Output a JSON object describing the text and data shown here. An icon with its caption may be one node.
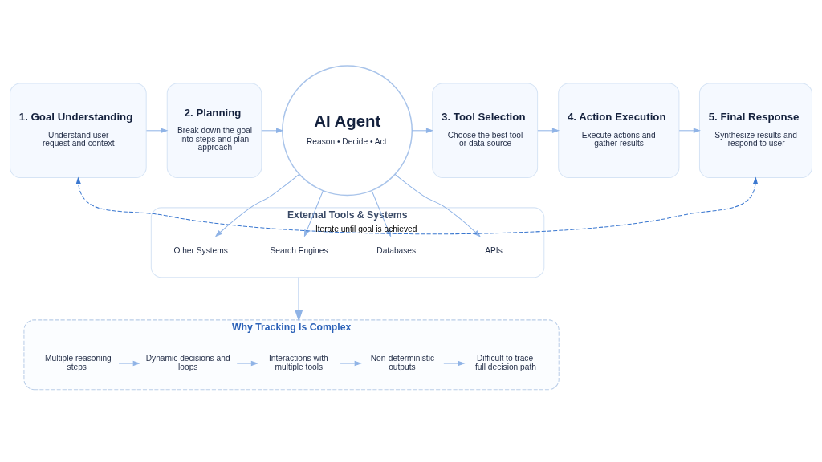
{
  "diagram": {
    "nodes": [
      {
        "text": [
          "1. Goal Understanding",
          "Understand user request and context"
        ]
      },
      {
        "text": [
          "2. Planning",
          "Break down the goal into steps and plan approach"
        ]
      },
      {
        "text": [
          "AI Agent",
          "Reason • Decide • Act"
        ]
      },
      {
        "text": [
          "3. Tool Selection",
          "Choose the best tool or data source"
        ]
      },
      {
        "text": [
          "4. Action Execution",
          "Execute actions and gather results"
        ]
      },
      {
        "text": [
          "5. Final Response",
          "Synthesize results and respond to user"
        ]
      },
      {
        "text": [
          "External Tools & Systems"
        ]
      },
      {
        "text": [
          "APIs"
        ],
        "in": 6
      },
      {
        "text": [
          "Databases"
        ],
        "in": 6
      },
      {
        "text": [
          "Search Engines"
        ],
        "in": 6
      },
      {
        "text": [
          "Other Systems"
        ],
        "in": 6
      },
      {
        "text": [
          "Why Tracking Is Complex"
        ]
      },
      {
        "text": [
          "Multiple reasoning steps"
        ],
        "in": 11
      },
      {
        "text": [
          "Dynamic decisions and loops"
        ],
        "in": 11
      },
      {
        "text": [
          "Interactions with multiple tools"
        ],
        "in": 11
      },
      {
        "text": [
          "Non-deterministic outputs"
        ],
        "in": 11
      },
      {
        "text": [
          "Difficult to trace full decision path"
        ],
        "in": 11
      }
    ],
    "edges": [
      {
        "from": 0,
        "to": 1,
        "arrow": "to"
      },
      {
        "from": 1,
        "to": 2,
        "arrow": "to"
      },
      {
        "from": 2,
        "to": 3,
        "arrow": "to"
      },
      {
        "from": 3,
        "to": 4,
        "arrow": "to"
      },
      {
        "from": 4,
        "to": 5,
        "arrow": "to"
      },
      {
        "from": 5,
        "to": 0,
        "arrow": "both",
        "label": "Iterate until goal is achieved",
        "style": "dashed",
        "color": "#3b78d0"
      },
      {
        "from": 2,
        "to": 7,
        "arrow": "to"
      },
      {
        "from": 2,
        "to": 8,
        "arrow": "to"
      },
      {
        "from": 2,
        "to": 9,
        "arrow": "to"
      },
      {
        "from": 2,
        "to": 10,
        "arrow": "to"
      },
      {
        "from": 6,
        "to": 11,
        "arrow": "to"
      },
      {
        "from": 12,
        "to": 13,
        "arrow": "to"
      },
      {
        "from": 13,
        "to": 14,
        "arrow": "to"
      },
      {
        "from": 14,
        "to": 15,
        "arrow": "to"
      },
      {
        "from": 15,
        "to": 16,
        "arrow": "to"
      }
    ]
  }
}
